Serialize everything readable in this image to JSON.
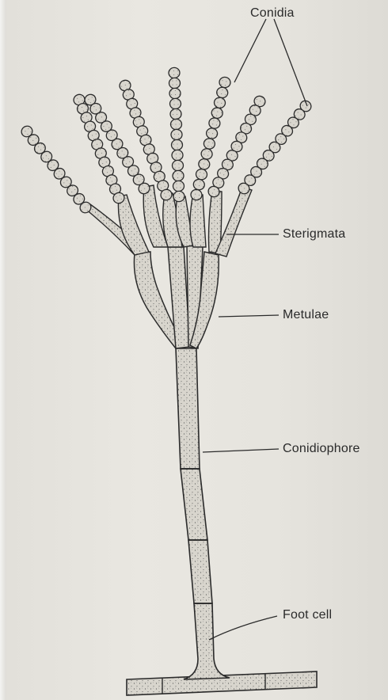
{
  "labels": {
    "conidia": "Conidia",
    "sterigmata": "Sterigmata",
    "metulae": "Metulae",
    "conidiophore": "Conidiophore",
    "foot_cell": "Foot cell"
  },
  "colors": {
    "ink": "#2b2b2b",
    "cell_fill": "#d4d1c9",
    "paper": "#e6e4de"
  }
}
